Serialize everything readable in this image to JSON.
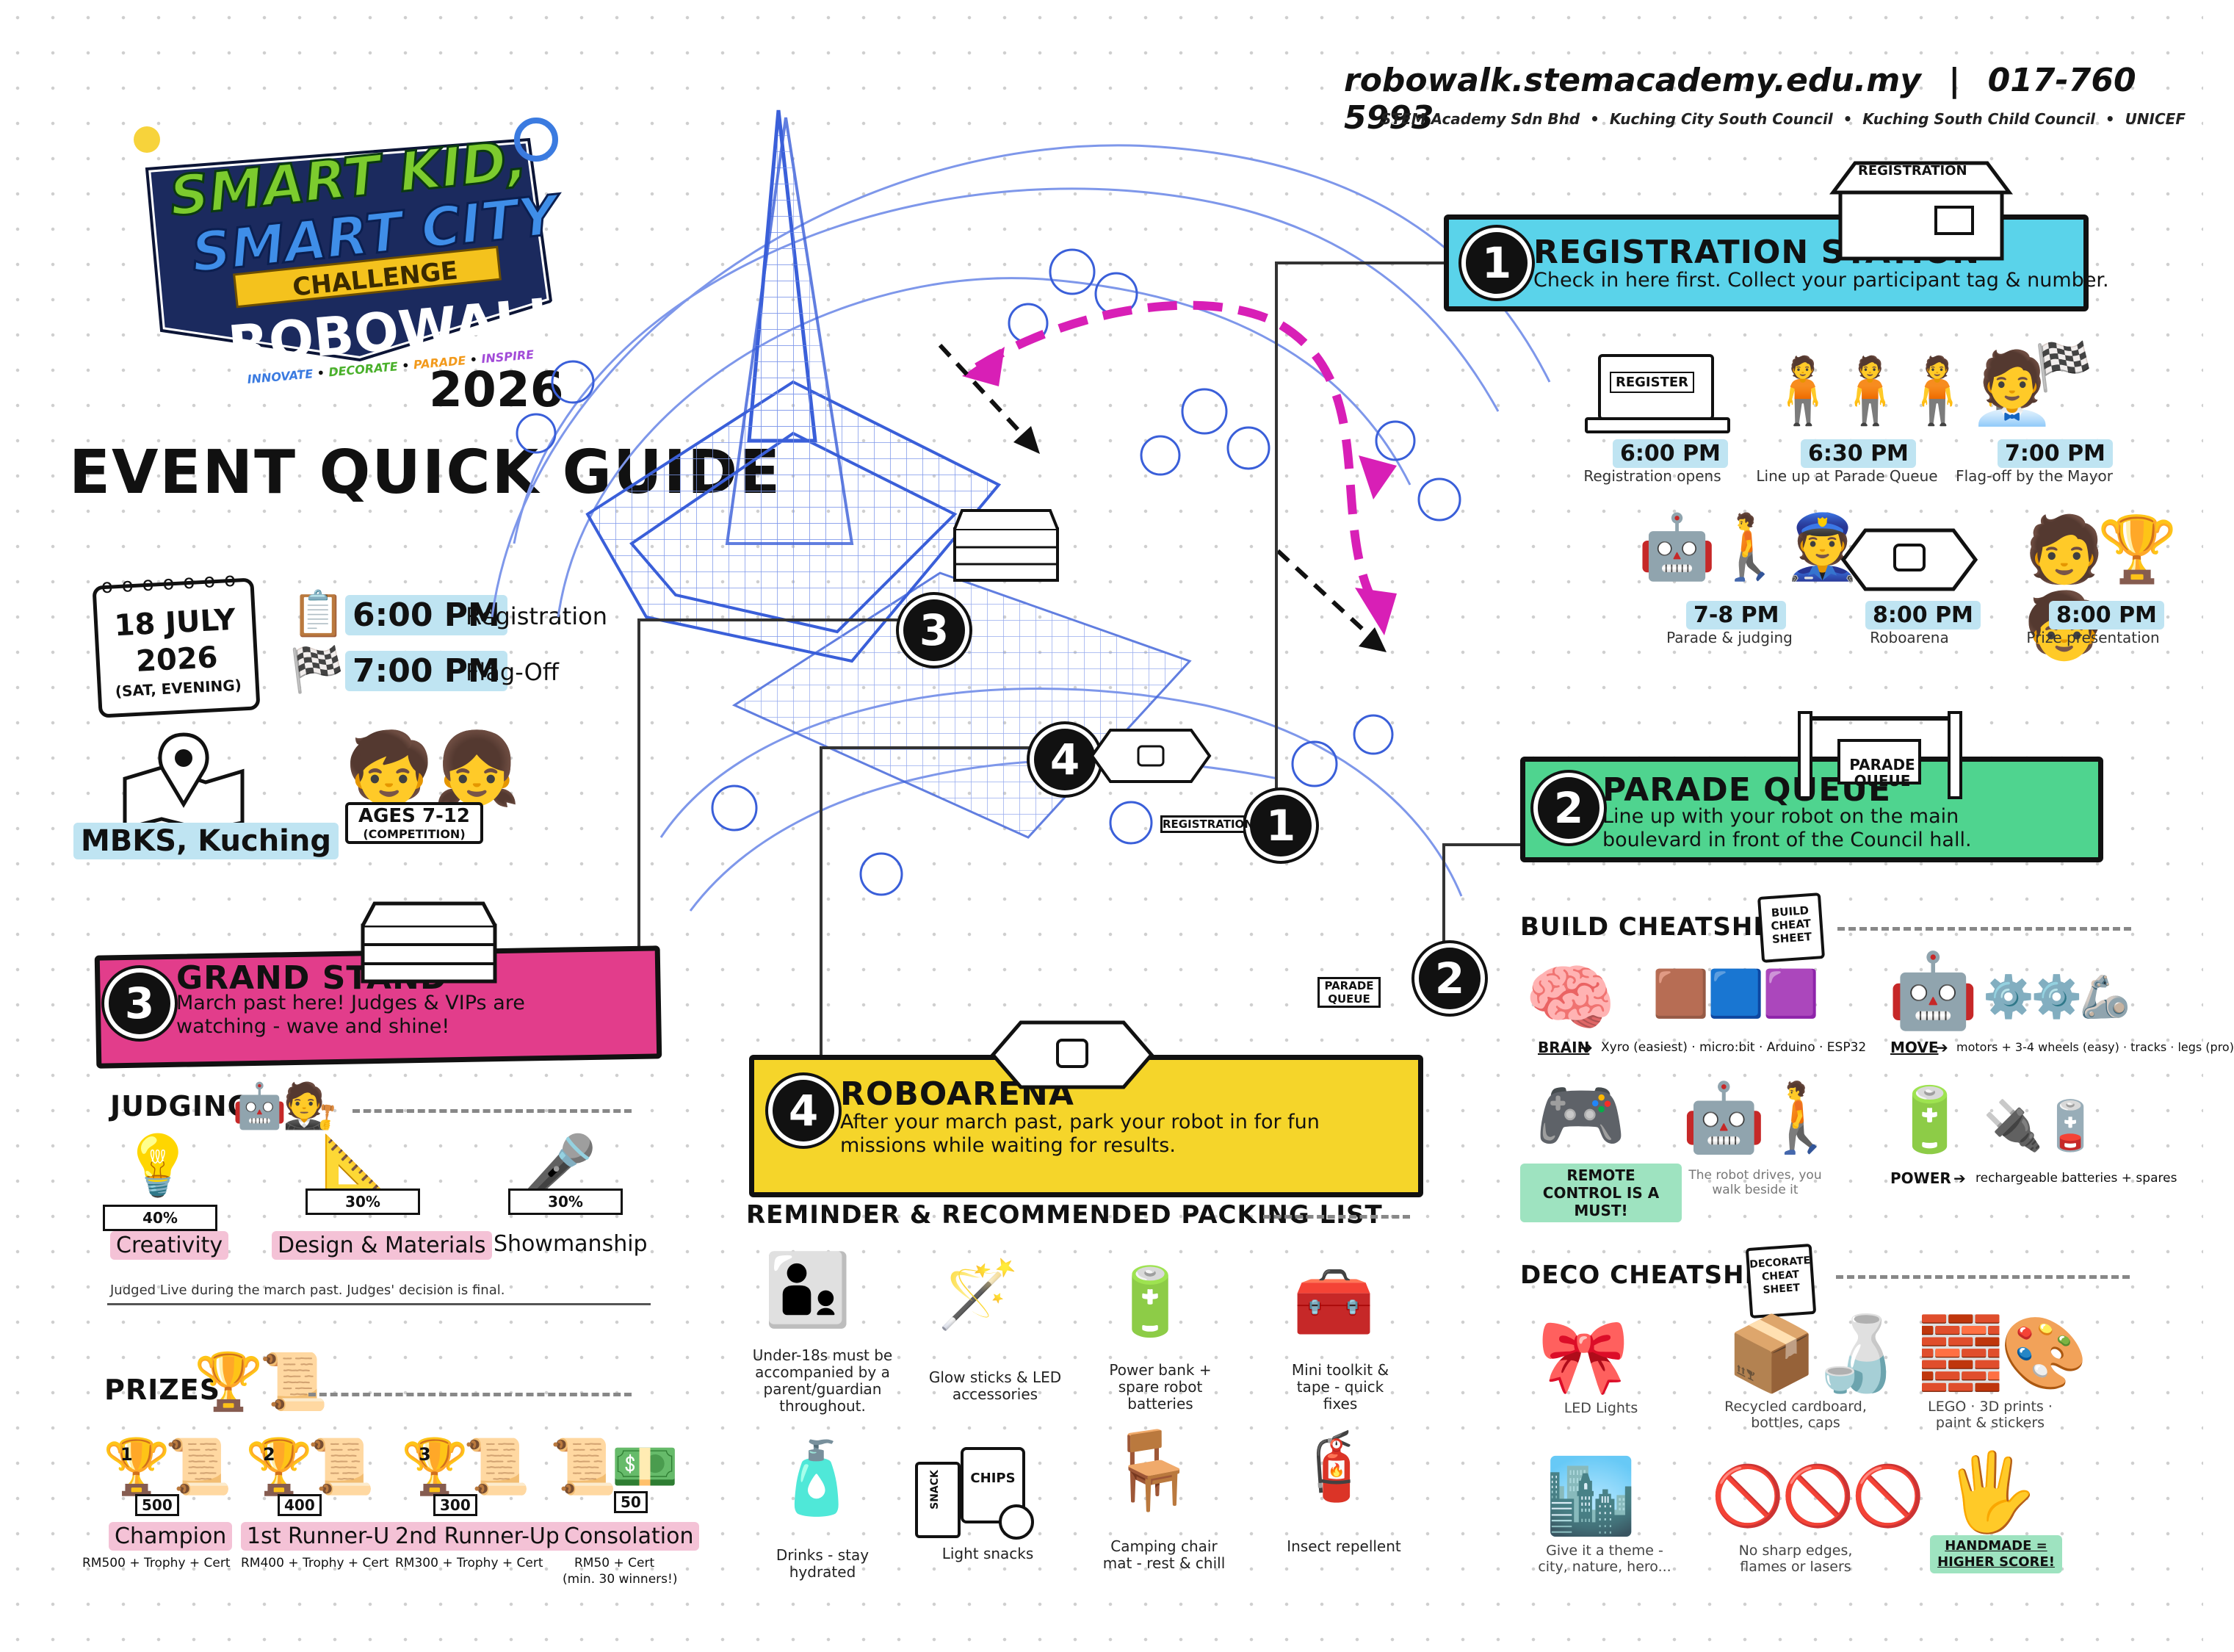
{
  "header": {
    "website": "robowalk.stemacademy.edu.my",
    "separator": "|",
    "phone": "017-760 5993",
    "partners": "STEM Academy Sdn Bhd  •  Kuching City South Council  •  Kuching South Child Council  •  UNICEF"
  },
  "logo": {
    "line1": "SMART KID,",
    "line2": "SMART CITY",
    "ribbon": "CHALLENGE",
    "name": "ROBOWALK",
    "tagline_1": "INNOVATE",
    "tagline_2": "DECORATE",
    "tagline_3": "PARADE",
    "tagline_4": "INSPIRE",
    "year": "2026"
  },
  "guide_title": "EVENT QUICK GUIDE",
  "event": {
    "date_day": "18 JULY",
    "date_year": "2026",
    "date_note": "(SAT, EVENING)",
    "reg_time": "6:00 PM",
    "reg_label": "Registration",
    "flag_time": "7:00 PM",
    "flag_label": "Flag-Off",
    "location": "MBKS, Kuching",
    "ages": "AGES 7-12",
    "ages_note": "(COMPETITION)"
  },
  "stations": {
    "s1": {
      "num": "1",
      "title": "REGISTRATION STATION",
      "desc": "Check in here first. Collect your participant tag & number.",
      "sign": "REGISTRATION"
    },
    "s2": {
      "num": "2",
      "title": "PARADE QUEUE",
      "desc": "Line up with your robot on the main boulevard in front of the Council hall.",
      "sign": "PARADE QUEUE"
    },
    "s3": {
      "num": "3",
      "title": "GRAND STAND",
      "desc": "March past here! Judges & VIPs are watching - wave and shine!"
    },
    "s4": {
      "num": "4",
      "title": "ROBOARENA",
      "desc": "After your march past, park your robot in for fun missions while waiting for results."
    }
  },
  "map_labels": {
    "m1": "1",
    "m2": "2",
    "m3": "3",
    "m4": "4",
    "reg_sign": "REGISTRATION",
    "parade_sign": "PARADE QUEUE"
  },
  "timeline": [
    {
      "time": "6:00 PM",
      "label": "Registration opens",
      "icon": "laptop-icon",
      "screen": "REGISTER"
    },
    {
      "time": "6:30 PM",
      "label": "Line up at Parade Queue",
      "icon": "queue-icon"
    },
    {
      "time": "7:00 PM",
      "label": "Flag-off by the Mayor",
      "icon": "flag-icon"
    },
    {
      "time": "7-8 PM",
      "label": "Parade & judging",
      "icon": "parade-icon"
    },
    {
      "time": "8:00 PM",
      "label": "Roboarena",
      "icon": "arena-icon"
    },
    {
      "time": "8:00 PM",
      "label": "Prize presentation",
      "icon": "trophy-icon"
    }
  ],
  "judging": {
    "title": "JUDGING",
    "criteria": [
      {
        "pct": "40%",
        "name": "Creativity"
      },
      {
        "pct": "30%",
        "name": "Design & Materials"
      },
      {
        "pct": "30%",
        "name": "Showmanship"
      }
    ],
    "note": "Judged Live during the march past. Judges' decision is final."
  },
  "prizes": {
    "title": "PRIZES",
    "items": [
      {
        "rank": "1",
        "amount": "500",
        "name": "Champion",
        "detail": "RM500 + Trophy + Cert"
      },
      {
        "rank": "2",
        "amount": "400",
        "name": "1st Runner-Up",
        "detail": "RM400 + Trophy + Cert"
      },
      {
        "rank": "3",
        "amount": "300",
        "name": "2nd Runner-Up",
        "detail": "RM300 + Trophy + Cert"
      },
      {
        "rank": "",
        "amount": "50",
        "name": "Consolation",
        "detail": "RM50 + Cert",
        "detail2": "(min. 30 winners!)"
      }
    ]
  },
  "packing": {
    "title": "REMINDER & RECOMMENDED PACKING LIST",
    "items": [
      {
        "label": "Under-18s must be accompanied by a parent/guardian throughout.",
        "icon": "family-icon"
      },
      {
        "label": "Glow sticks & LED accessories",
        "icon": "glowstick-icon"
      },
      {
        "label": "Power bank + spare robot batteries",
        "icon": "powerbank-icon"
      },
      {
        "label": "Mini toolkit & tape - quick fixes",
        "icon": "toolkit-icon"
      },
      {
        "label": "Drinks - stay hydrated",
        "icon": "bottle-icon"
      },
      {
        "label": "Light snacks",
        "icon": "snack-icon",
        "pack1": "SNACK",
        "pack2": "CHIPS"
      },
      {
        "label": "Camping chair mat - rest & chill",
        "icon": "chair-icon"
      },
      {
        "label": "Insect repellent",
        "icon": "spray-icon"
      }
    ]
  },
  "build": {
    "title": "BUILD CHEATSHEET",
    "note_sign": "BUILD CHEAT SHEET",
    "brain_label": "BRAIN",
    "brain_text": "Xyro (easiest) · micro:bit · Arduino · ESP32",
    "move_label": "MOVE",
    "move_text": "motors + 3-4 wheels (easy) · tracks · legs (pro)",
    "remote": "REMOTE CONTROL IS A MUST!",
    "drive_note": "The robot drives, you walk beside it",
    "power_label": "POWER",
    "power_text": "rechargeable batteries + spares"
  },
  "deco": {
    "title": "DECO CHEATSHEET",
    "note_sign": "DECORATE CHEAT SHEET",
    "items": [
      {
        "label": "LED Lights",
        "icon": "led-icon"
      },
      {
        "label": "Recycled cardboard, bottles, caps",
        "icon": "box-icon"
      },
      {
        "label": "LEGO · 3D prints · paint & stickers",
        "icon": "lego-icon"
      },
      {
        "label": "Give it a theme - city, nature, hero...",
        "icon": "city-icon"
      },
      {
        "label": "No sharp edges, flames or lasers",
        "icon": "no-sharp-icon"
      },
      {
        "label": "HANDMADE = HIGHER SCORE!",
        "icon": "hand-icon"
      }
    ]
  },
  "colors": {
    "blue": "#5ad3ea",
    "green": "#4fd48f",
    "pink": "#e23d8b",
    "yellow": "#f5d52a",
    "map_line": "#3a5fd9",
    "route": "#d81fb6"
  }
}
